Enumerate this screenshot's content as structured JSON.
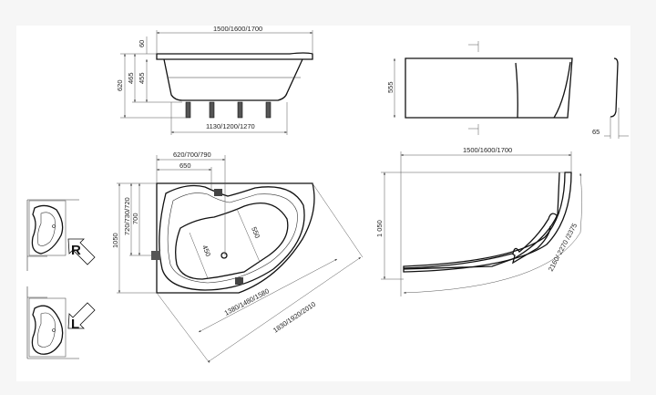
{
  "top_view": {
    "length": "1500/1600/1700",
    "rim": "60",
    "height_total": "620",
    "height_1": "465",
    "height_2": "455",
    "bottom_length": "1130/1200/1270"
  },
  "panel_view": {
    "height": "555",
    "depth": "65"
  },
  "plan_view": {
    "width_1": "620/700/790",
    "width_2": "650",
    "depth": "1050",
    "depth_1": "720/730/720",
    "depth_2": "700",
    "inner_1": "450",
    "inner_2": "550",
    "diag_inner": "1380/1480/1580",
    "diag_outer": "1830/1920/2010"
  },
  "corner_view": {
    "length": "1500/1600/1700",
    "depth": "1 050",
    "arc": "2160/ 2270 /2375"
  },
  "variants": {
    "right": "R",
    "left": "L"
  }
}
